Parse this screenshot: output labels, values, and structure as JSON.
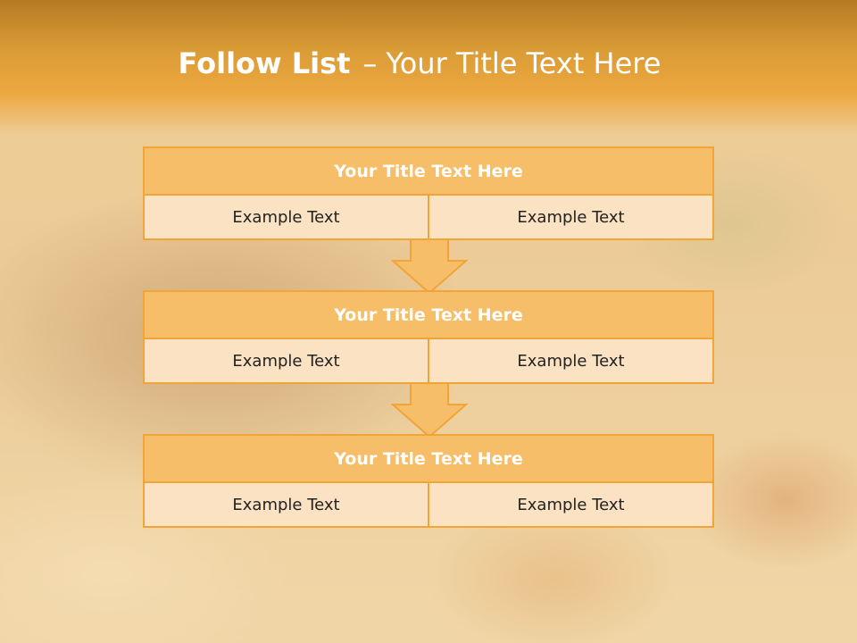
{
  "title": {
    "bold": "Follow List",
    "dash": "–",
    "rest": "Your Title Text Here"
  },
  "blocks": [
    {
      "heading": "Your Title Text Here",
      "cells": [
        "Example Text",
        "Example Text"
      ]
    },
    {
      "heading": "Your Title Text Here",
      "cells": [
        "Example Text",
        "Example Text"
      ]
    },
    {
      "heading": "Your Title Text Here",
      "cells": [
        "Example Text",
        "Example Text"
      ]
    }
  ],
  "colors": {
    "header": "#eda840",
    "block_heading": "#f6be69",
    "block_border": "#f0a536",
    "cell_fill": "#fbe2c3"
  }
}
